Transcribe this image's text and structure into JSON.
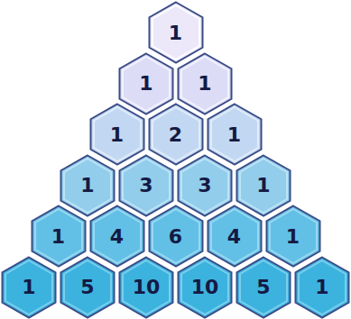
{
  "diagram": {
    "nodes": [
      {
        "text": [
          "1"
        ]
      },
      {
        "text": [
          "1"
        ]
      },
      {
        "text": [
          "1"
        ]
      },
      {
        "text": [
          "1"
        ]
      },
      {
        "text": [
          "2"
        ]
      },
      {
        "text": [
          "1"
        ]
      },
      {
        "text": [
          "1"
        ]
      },
      {
        "text": [
          "3"
        ]
      },
      {
        "text": [
          "3"
        ]
      },
      {
        "text": [
          "1"
        ]
      },
      {
        "text": [
          "1"
        ]
      },
      {
        "text": [
          "4"
        ]
      },
      {
        "text": [
          "6"
        ]
      },
      {
        "text": [
          "4"
        ]
      },
      {
        "text": [
          "1"
        ]
      },
      {
        "text": [
          "1"
        ]
      },
      {
        "text": [
          "5"
        ]
      },
      {
        "text": [
          "10"
        ]
      },
      {
        "text": [
          "10"
        ]
      },
      {
        "text": [
          "5"
        ]
      },
      {
        "text": [
          "1"
        ]
      }
    ]
  }
}
